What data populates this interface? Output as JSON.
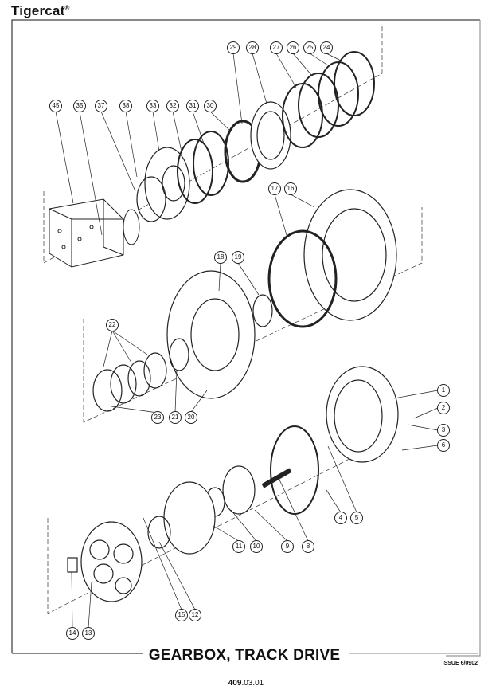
{
  "header": {
    "brand": "Tigercat",
    "brand_mark": "®"
  },
  "diagram": {
    "callouts": [
      "45",
      "35",
      "37",
      "38",
      "33",
      "32",
      "31",
      "30",
      "29",
      "28",
      "27",
      "26",
      "25",
      "24",
      "17",
      "16",
      "18",
      "19",
      "22",
      "23",
      "21",
      "20",
      "1",
      "2",
      "3",
      "6",
      "4",
      "5",
      "8",
      "9",
      "10",
      "11",
      "12",
      "15",
      "13",
      "14"
    ]
  },
  "footer": {
    "title": "GEARBOX, TRACK DRIVE",
    "issue": "ISSUE 6/0902",
    "page_bold": "409",
    "page_rest": ".03.01"
  }
}
